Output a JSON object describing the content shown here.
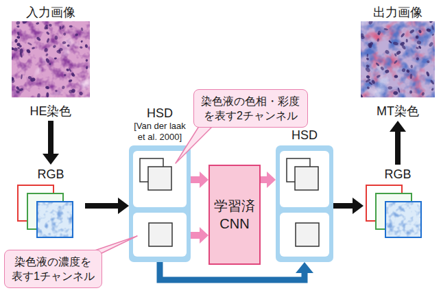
{
  "diagram": {
    "nodes": [
      {
        "text": [
          "入力画像",
          "HE染色"
        ]
      },
      {
        "text": [
          "染色液の色相・彩度を表す2チャンネル"
        ]
      },
      {
        "text": [
          "出力画像",
          "MT染色"
        ]
      },
      {
        "text": [
          "HSD",
          "[Van der laak et al. 2000]"
        ]
      },
      {
        "text": [
          "HSD"
        ]
      },
      {
        "text": [
          "RGB"
        ]
      },
      {
        "text": [
          "学習済 CNN"
        ]
      },
      {
        "text": [
          "RGB"
        ]
      },
      {
        "text": [
          "染色液の濃度を表す1チャンネル"
        ]
      }
    ],
    "edges": [
      {
        "from": 0,
        "to": 5,
        "arrow": "to"
      },
      {
        "from": 5,
        "to": 3,
        "arrow": "to"
      },
      {
        "from": 3,
        "to": 6,
        "arrow": "to"
      },
      {
        "from": 3,
        "to": 6,
        "arrow": "to"
      },
      {
        "from": 6,
        "to": 4,
        "arrow": "to"
      },
      {
        "from": 3,
        "to": 4,
        "arrow": "to"
      },
      {
        "from": 4,
        "to": 7,
        "arrow": "to"
      },
      {
        "from": 7,
        "to": 2,
        "arrow": "to"
      }
    ]
  }
}
